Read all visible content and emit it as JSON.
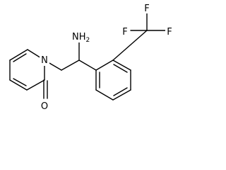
{
  "molecule": {
    "atoms": {
      "n1": "N",
      "o": "O",
      "nh2": "NH",
      "nh2_sub": "2",
      "f_top": "F",
      "f_left": "F",
      "f_right": "F"
    },
    "bond_color": "#000000",
    "background": "#ffffff"
  }
}
